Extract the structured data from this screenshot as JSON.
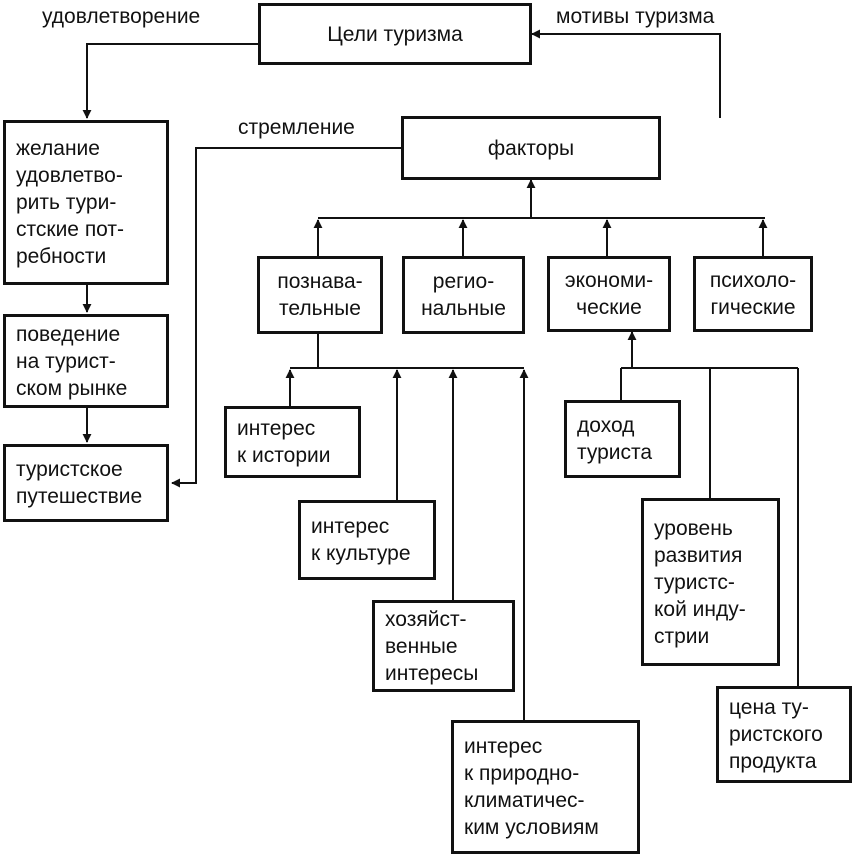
{
  "labels": {
    "satisfaction": "удовлетворение",
    "motives": "мотивы туризма",
    "aspiration": "стремление"
  },
  "boxes": {
    "goals": [
      "Цели туризма"
    ],
    "factors": [
      "факторы"
    ],
    "desire": [
      "желание",
      "удовлетво-",
      "рить тури-",
      "стские пот-",
      "ребности"
    ],
    "behavior": [
      "поведение",
      "на турист-",
      "ском рынке"
    ],
    "trip": [
      "туристское",
      "путешествие"
    ],
    "cognitive": [
      "познава-",
      "тельные"
    ],
    "regional": [
      "регио-",
      "нальные"
    ],
    "economic": [
      "экономи-",
      "ческие"
    ],
    "psychological": [
      "психоло-",
      "гические"
    ],
    "history": [
      "интерес",
      "к истории"
    ],
    "culture": [
      "интерес",
      "к культуре"
    ],
    "business": [
      "хозяйст-",
      "венные",
      "интересы"
    ],
    "nature": [
      "интерес",
      "к природно-",
      "климатичес-",
      "ким условиям"
    ],
    "income": [
      "доход",
      "туриста"
    ],
    "industry": [
      "уровень",
      "развития",
      "туристс-",
      "кой инду-",
      "стрии"
    ],
    "price": [
      "цена ту-",
      "ристского",
      "продукта"
    ]
  }
}
